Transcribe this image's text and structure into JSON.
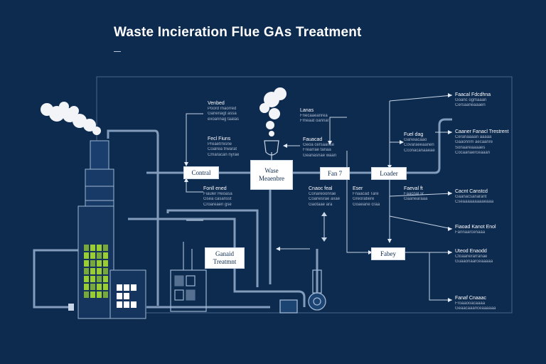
{
  "title": "Waste Incieration Flue GAs Treatment",
  "boxes": {
    "control": "Contral",
    "waste_treatment": "Wase\nMeaenbre",
    "fan": "Fan 7",
    "loader": "Loader",
    "post_treatment": "Ganaid\nTreatmnt",
    "filter": "Fabey"
  },
  "notes": [
    {
      "head": "Venbed",
      "lines": [
        "Poord rnaorred",
        "Ganeriagt assa",
        "exoarinag taalas"
      ]
    },
    {
      "head": "Fecl Fiuns",
      "lines": [
        "Preaetrnisne",
        "Coalrea trwarat",
        "Cmaracan nyrae"
      ]
    },
    {
      "head": "Fonll ened",
      "lines": [
        "Fiauler Heoasa",
        "Gsea casansst",
        "Croareaen gse"
      ]
    },
    {
      "head": "Lanas",
      "lines": [
        "Fnecaaeanrea",
        "Fmeaat oannal"
      ]
    },
    {
      "head": "Fauacad",
      "lines": [
        "Geoa cersaanse",
        "Frearrae tanaa",
        "Geanasnae waan"
      ]
    },
    {
      "head": "Cnaoc feal",
      "lines": [
        "Conareoonrae",
        "Coanesrae axae",
        "Gaotaae ara"
      ]
    },
    {
      "head": "Eser",
      "lines": [
        "Fnaacad Tare",
        "Greoratiere",
        "Goaeane craa"
      ]
    },
    {
      "head": "Faacal Fdcdhna",
      "lines": [
        "Goanc ogmaaan",
        "Cersaaneaaaen"
      ]
    },
    {
      "head": "Caaner Fanacl Trestrent",
      "lines": [
        "Ceranaaaan aaaaa",
        "Gaaonnm aecaanre",
        "Sonaareaaaaes",
        "Cocaanaerceaaan"
      ]
    },
    {
      "head": "Fuel dag",
      "lines": [
        "Ganeiacaao",
        "Covaraeeaanen",
        "Cconacanaaeae"
      ]
    },
    {
      "head": "Cacnt Canstcd",
      "lines": [
        "Gaanacsanarant",
        "Cseaaaaaaaaaeaaa"
      ]
    },
    {
      "head": "Faeval ft",
      "lines": [
        "Faacnal sr",
        "Gaanearaaa"
      ]
    },
    {
      "head": "Fiaoad Kanot Enol",
      "lines": [
        "Fannaarcenaaa"
      ]
    },
    {
      "head": "Uteod Enaodd",
      "lines": [
        "Ctoaanerarranae",
        "Guaaonaarceaaaaa"
      ]
    },
    {
      "head": "Fanaf Cnaaac",
      "lines": [
        "Froaaooacaaaa",
        "Geaacaaanceaaaaaa"
      ]
    }
  ],
  "colors": {
    "background": "#0d2a4f",
    "pipe": "#9fb6d2",
    "stack": "#1a3f6e",
    "window_green": "#9acd32",
    "window_white": "#ffffff",
    "box_fill": "#ffffff"
  }
}
